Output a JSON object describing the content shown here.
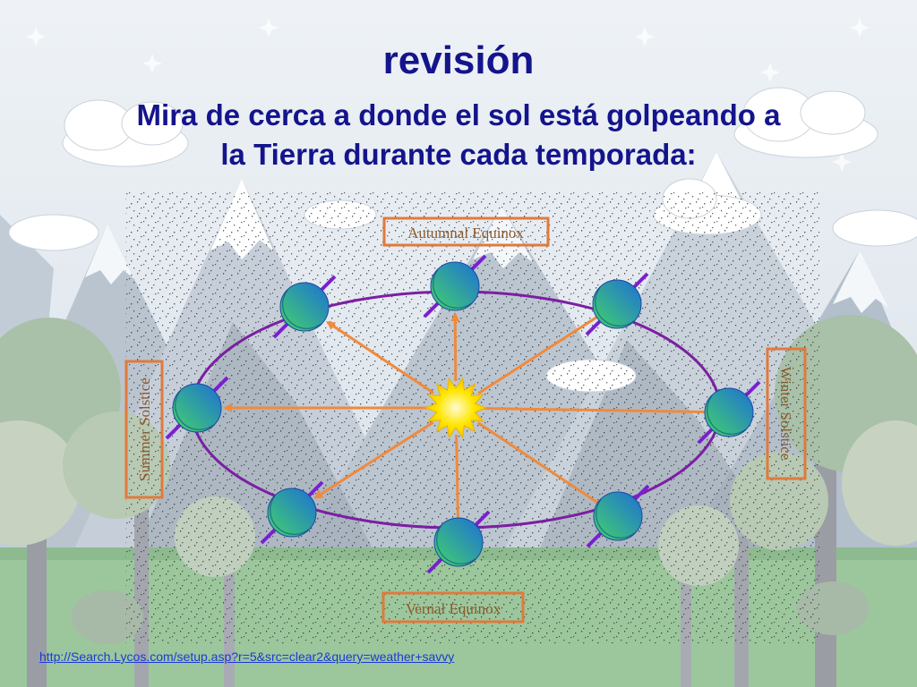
{
  "slide": {
    "title": "revisión",
    "subtitle_line1": "Mira de cerca a donde el sol está golpeando a",
    "subtitle_line2": "la Tierra durante cada temporada:"
  },
  "diagram": {
    "labels": {
      "top": "Autumnal Equinox",
      "bottom": "Vernal Equinox",
      "left": "Summer Solstice",
      "right": "Winter Solstice"
    },
    "colors": {
      "orbit": "#7b1fa2",
      "arrow": "#f08a3c",
      "earth_light": "#43d36a",
      "earth_dark": "#1d6fd6",
      "axis": "#7a1fd0",
      "sun": "#ffe600",
      "label_text": "#8b5a2b",
      "label_border": "#e07a3c"
    }
  },
  "footer": {
    "link": "http://Search.Lycos.com/setup.asp?r=5&src=clear2&query=weather+savvy"
  }
}
